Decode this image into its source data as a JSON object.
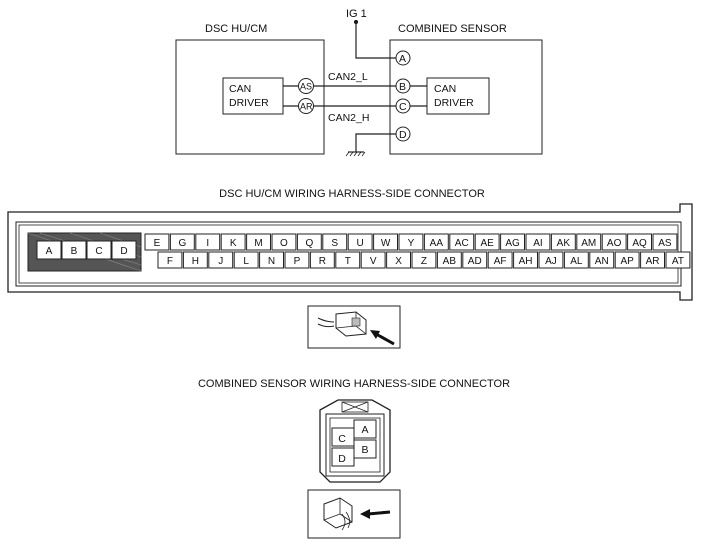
{
  "wiring": {
    "left_unit": "DSC HU/CM",
    "right_unit": "COMBINED SENSOR",
    "power": "IG 1",
    "left_driver": [
      "CAN",
      "DRIVER"
    ],
    "right_driver": [
      "CAN",
      "DRIVER"
    ],
    "left_terminals": [
      "AS",
      "AR"
    ],
    "right_terminals": [
      "A",
      "B",
      "C",
      "D"
    ],
    "wires": [
      "CAN2_L",
      "CAN2_H"
    ]
  },
  "dsc_connector": {
    "title": "DSC HU/CM WIRING HARNESS-SIDE CONNECTOR",
    "large_pins": [
      "A",
      "B",
      "C",
      "D"
    ],
    "top_row": [
      "E",
      "G",
      "I",
      "K",
      "M",
      "O",
      "Q",
      "S",
      "U",
      "W",
      "Y",
      "AA",
      "AC",
      "AE",
      "AG",
      "AI",
      "AK",
      "AM",
      "AO",
      "AQ",
      "AS"
    ],
    "bottom_row": [
      "F",
      "H",
      "J",
      "L",
      "N",
      "P",
      "R",
      "T",
      "V",
      "X",
      "Z",
      "AB",
      "AD",
      "AF",
      "AH",
      "AJ",
      "AL",
      "AN",
      "AP",
      "AR",
      "AT"
    ]
  },
  "sensor_connector": {
    "title": "COMBINED SENSOR WIRING HARNESS-SIDE CONNECTOR",
    "pins": [
      "A",
      "B",
      "C",
      "D"
    ]
  }
}
